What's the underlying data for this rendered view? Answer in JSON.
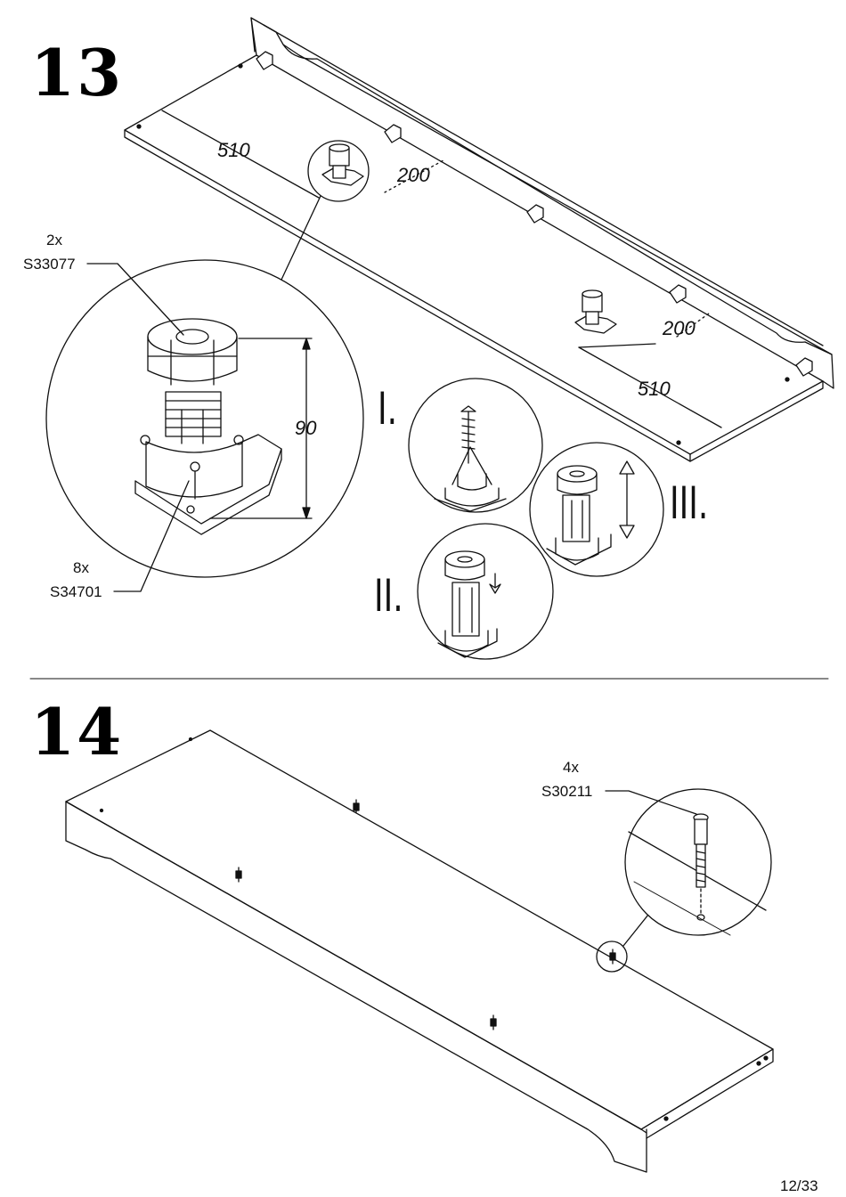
{
  "step13": {
    "number": "13",
    "dimensions": {
      "dist_a": "510",
      "dist_b": "200",
      "height": "90"
    },
    "parts": [
      {
        "qty": "2x",
        "code": "S33077"
      },
      {
        "qty": "8x",
        "code": "S34701"
      }
    ],
    "substeps": [
      "I.",
      "II.",
      "III."
    ]
  },
  "step14": {
    "number": "14",
    "parts": [
      {
        "qty": "4x",
        "code": "S30211"
      }
    ]
  },
  "page": "12/33"
}
